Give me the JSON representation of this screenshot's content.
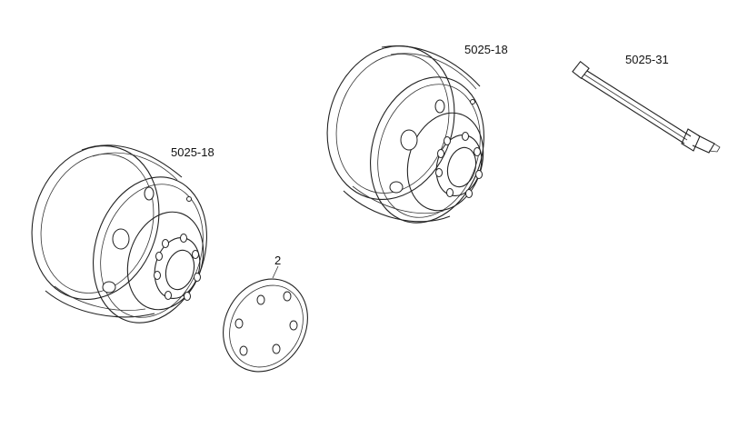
{
  "labels": {
    "wheel_left": "5025-18",
    "wheel_right": "5025-18",
    "rod": "5025-31",
    "hubcap": "2"
  }
}
